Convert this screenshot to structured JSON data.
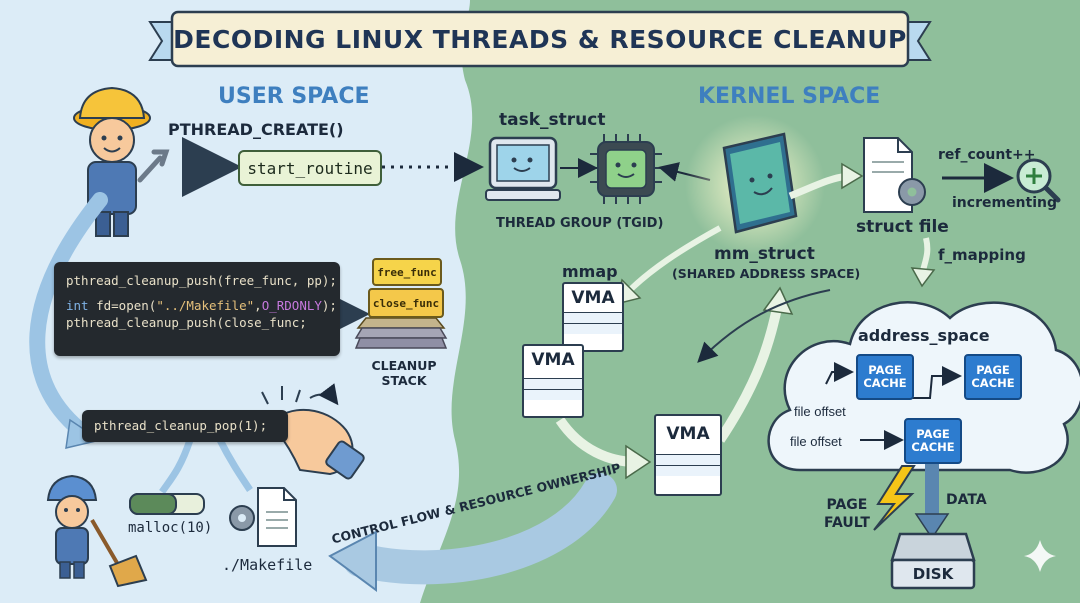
{
  "title": "DECODING LINUX THREADS & RESOURCE CLEANUP",
  "regions": {
    "user": "USER SPACE",
    "kernel": "KERNEL SPACE"
  },
  "user_space": {
    "create_label": "PTHREAD_CREATE()",
    "start_routine": "start_routine",
    "code_push": {
      "line1": {
        "fn": "pthread_cleanup_push(free_func, pp);"
      },
      "line2": {
        "kw": "int",
        "a": " fd=open(",
        "str": "\"../Makefile\"",
        "b": ",",
        "cst": "O_RDONLY",
        "c": ");"
      },
      "line3": {
        "fn": "pthread_cleanup_push(close_func;"
      }
    },
    "cleanup_stack": {
      "cards": [
        "free_func",
        "close_func"
      ],
      "label_line1": "CLEANUP",
      "label_line2": "STACK"
    },
    "code_pop": "pthread_cleanup_pop(1);",
    "malloc_label": "malloc(10)",
    "makefile_label": "./Makefile"
  },
  "kernel_space": {
    "task_struct": "task_struct",
    "thread_group": "THREAD GROUP (TGID)",
    "mm_struct": "mm_struct",
    "shared_address_space": "(SHARED ADDRESS SPACE)",
    "ref_count": "ref_count++",
    "incrementing": "incrementing",
    "struct_file": "struct file",
    "f_mapping": "f_mapping",
    "mmap": "mmap",
    "vma_label": "VMA",
    "address_space": "address_space",
    "page_cache_line1": "PAGE",
    "page_cache_line2": "CACHE",
    "file_offset": "file offset",
    "page_fault_line1": "PAGE",
    "page_fault_line2": "FAULT",
    "data": "DATA",
    "disk": "DISK"
  },
  "control_flow": "CONTROL FLOW & RESOURCE OWNERSHIP",
  "colors": {
    "user_bg": "#dcecf7",
    "kernel_bg": "#8fbf9b",
    "title_text": "#1f3556",
    "region_label": "#3e7fbf",
    "page_cache": "#2d7ccf"
  }
}
